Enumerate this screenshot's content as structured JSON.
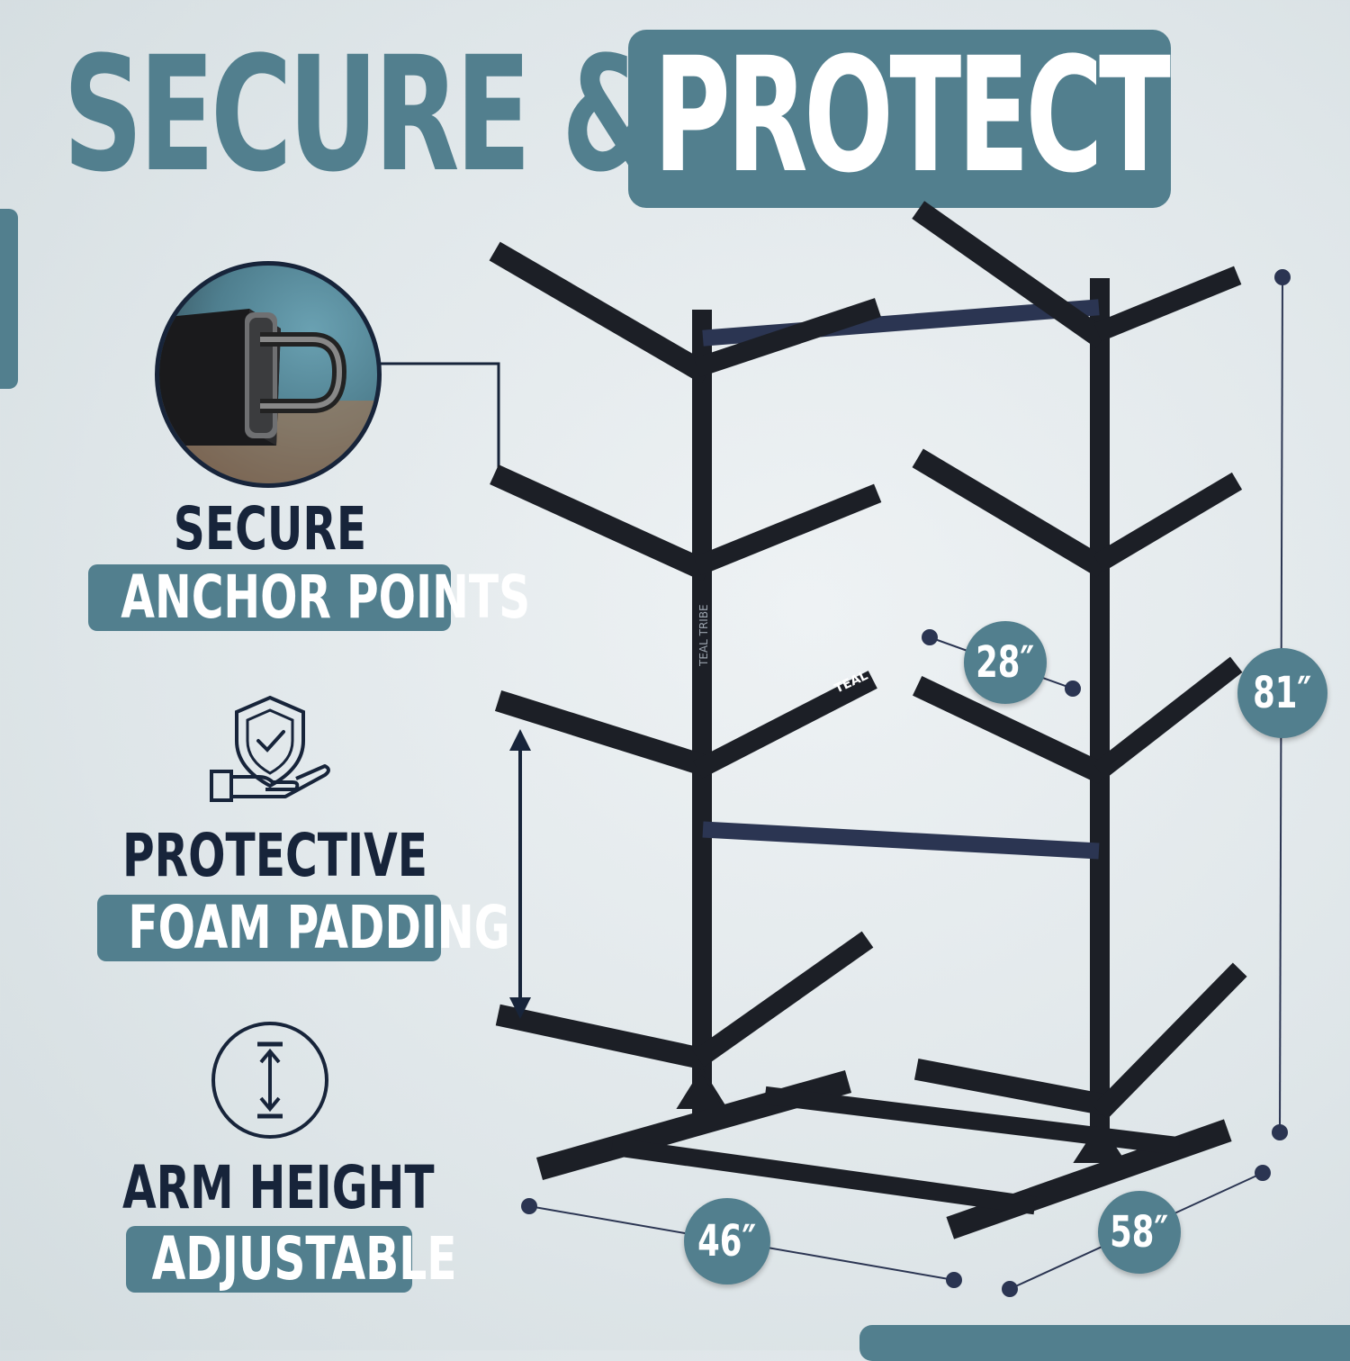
{
  "headline": {
    "part1": "SECURE &",
    "part2": "PROTECT"
  },
  "features": [
    {
      "title": "SECURE",
      "highlight": "ANCHOR POINTS",
      "icon": "padlock-photo-icon"
    },
    {
      "title": "PROTECTIVE",
      "highlight": "FOAM PADDING",
      "icon": "shield-hand-icon"
    },
    {
      "title": "ARM HEIGHT",
      "highlight": "ADJUSTABLE",
      "icon": "vertical-arrows-icon"
    }
  ],
  "dimensions": {
    "arm_spacing": "28″",
    "height": "81″",
    "width": "46″",
    "depth": "58″"
  },
  "brand_marks": [
    "TEAL",
    "TEAL TRIBE"
  ],
  "colors": {
    "teal": "#527f8e",
    "navy": "#17243a",
    "background": "#e4eaed",
    "rack": "#1c1f26"
  }
}
